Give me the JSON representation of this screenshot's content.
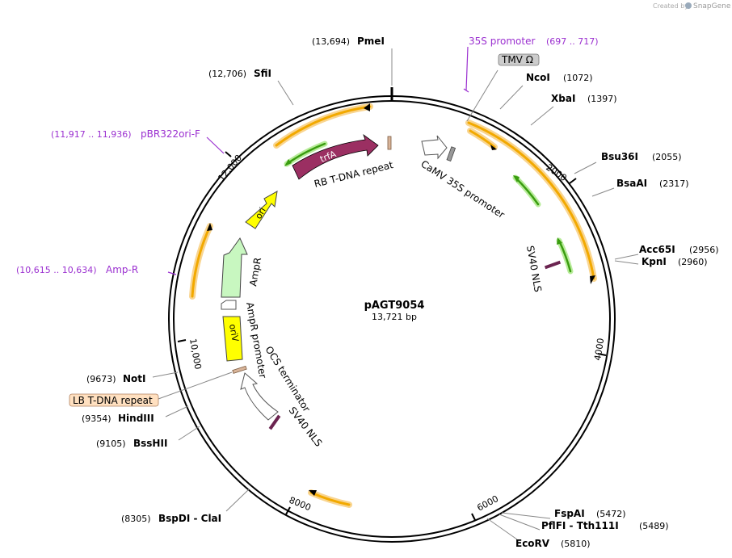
{
  "branding": {
    "created_by": "Created by",
    "app": "SnapGene"
  },
  "plasmid": {
    "name": "pAGT9054",
    "length": "13,721 bp"
  },
  "ticks": [
    "2000",
    "4000",
    "6000",
    "8000",
    "10,000",
    "12,000"
  ],
  "enzymes": [
    {
      "name": "PmeI",
      "pos": "(13,694)"
    },
    {
      "name": "SfiI",
      "pos": "(12,706)"
    },
    {
      "name": "NcoI",
      "pos": "(1072)"
    },
    {
      "name": "XbaI",
      "pos": "(1397)"
    },
    {
      "name": "Bsu36I",
      "pos": "(2055)"
    },
    {
      "name": "BsaAI",
      "pos": "(2317)"
    },
    {
      "name": "Acc65I",
      "pos": "(2956)"
    },
    {
      "name": "KpnI",
      "pos": "(2960)"
    },
    {
      "name": "FspAI",
      "pos": "(5472)"
    },
    {
      "name": "PflFI - Tth111I",
      "pos": "(5489)"
    },
    {
      "name": "EcoRV",
      "pos": "(5810)"
    },
    {
      "name": "BspDI - ClaI",
      "pos": "(8305)"
    },
    {
      "name": "BssHII",
      "pos": "(9105)"
    },
    {
      "name": "HindIII",
      "pos": "(9354)"
    },
    {
      "name": "NotI",
      "pos": "(9673)"
    }
  ],
  "primers": [
    {
      "name": "35S promoter",
      "range": "(697 .. 717)"
    },
    {
      "name": "pBR322ori-F",
      "range": "(11,917 .. 11,936)"
    },
    {
      "name": "Amp-R",
      "range": "(10,615 .. 10,634)"
    }
  ],
  "boxed_features": [
    {
      "name": "TMV Ω"
    },
    {
      "name": "LB T-DNA repeat"
    }
  ],
  "features": [
    {
      "name": "trfA"
    },
    {
      "name": "RB T-DNA repeat"
    },
    {
      "name": "CaMV 35S promoter"
    },
    {
      "name": "SV40 NLS"
    },
    {
      "name": "ori"
    },
    {
      "name": "AmpR"
    },
    {
      "name": "AmpR promoter"
    },
    {
      "name": "oriV"
    },
    {
      "name": "OCS terminator"
    },
    {
      "name": "SV40 NLS"
    }
  ],
  "colors": {
    "backbone": "#000000",
    "orf_fill": "#f2a900",
    "orf_glow": "#f9d590",
    "green": "#3a9d10",
    "green_glow": "#b8ec9a",
    "trfA": "#9b2f62",
    "ori": "#ffff00",
    "ampR": "#c8f7c0",
    "primer": "#9b30d0",
    "boxed_bg": "#ffe0c0",
    "tmv_bg": "#cccccc"
  }
}
